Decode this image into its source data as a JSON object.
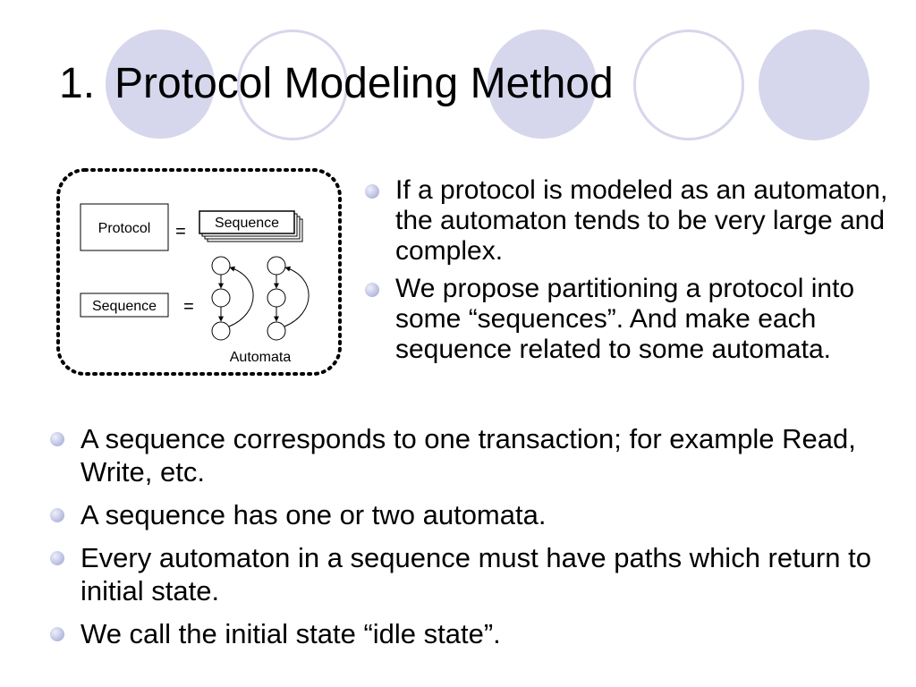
{
  "title": {
    "number": "1.",
    "text": "Protocol Modeling Method"
  },
  "diagram": {
    "protocol_label": "Protocol",
    "equals": "=",
    "sequence_stack_label": "Sequence",
    "sequence_label": "Sequence",
    "automata_label": "Automata"
  },
  "right_bullets": [
    "If a protocol is modeled as an automaton, the automaton tends to be very large and complex.",
    "We propose partitioning a protocol into some “sequences”. And make each sequence related to some automata."
  ],
  "bottom_bullets": [
    "A sequence corresponds to one transaction; for example Read, Write, etc.",
    "A sequence has one or two automata.",
    "Every automaton in a sequence must have paths which return to initial state.",
    "We call the initial state “idle state”."
  ]
}
